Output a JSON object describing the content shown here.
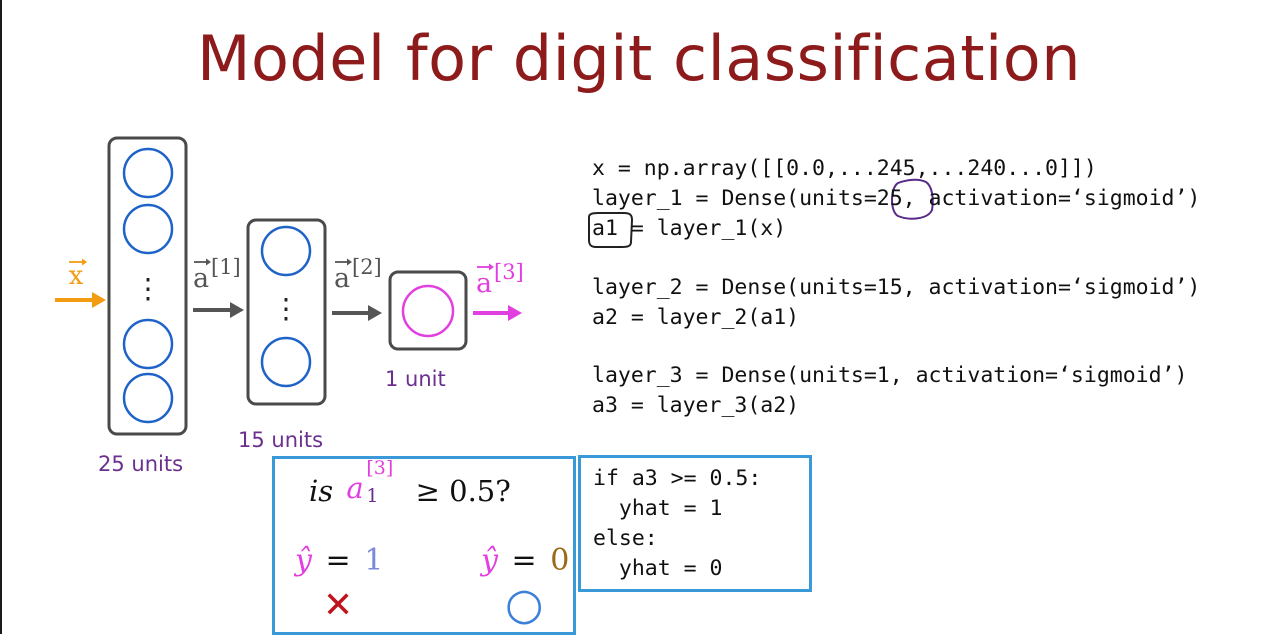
{
  "title": "Model for digit classification",
  "diagram": {
    "input_label": "x",
    "act_labels": [
      "a",
      "a",
      "a"
    ],
    "act_superscripts": [
      "[1]",
      "[2]",
      "[3]"
    ],
    "ellipsis": "⋮",
    "layer_labels": [
      "25 units",
      "15 units",
      "1 unit"
    ]
  },
  "code": {
    "line1": "x = np.array([[0.0,...245,...240...0]])",
    "line2": "layer_1 = Dense(units=25, activation=‘sigmoid’)",
    "line3": "a1 = layer_1(x)",
    "line4": "layer_2 = Dense(units=15, activation=‘sigmoid’)",
    "line5": "a2 = layer_2(a1)",
    "line6": "layer_3 = Dense(units=1, activation=‘sigmoid’)",
    "line7": "a3 = layer_3(a2)"
  },
  "question": {
    "is": "is",
    "a": "a",
    "sup": "[3]",
    "sub": "1",
    "cond": "≥ 0.5?",
    "yhat": "ŷ",
    "eq": "=",
    "val1": "1",
    "val0": "0",
    "mark1": "✕",
    "mark0": "○"
  },
  "ifelse": {
    "line1": "if a3 >= 0.5:",
    "line2": "  yhat = 1",
    "line3": "else:",
    "line4": "  yhat = 0"
  },
  "colors": {
    "title": "#8e1b1b",
    "input": "#f39c12",
    "neuron": "#1f63c9",
    "output_neuron": "#e23fe0",
    "layer_box": "#4a4a4a",
    "arrow": "#555555",
    "act3": "#e23fe0",
    "label": "#6b2f8f",
    "box_border": "#3a9ad9",
    "cross": "#c0141c",
    "circle": "#3a7fd9",
    "val1": "#7a8ad8",
    "val0": "#9a6a1a",
    "annotation": "#5a2a8a"
  }
}
